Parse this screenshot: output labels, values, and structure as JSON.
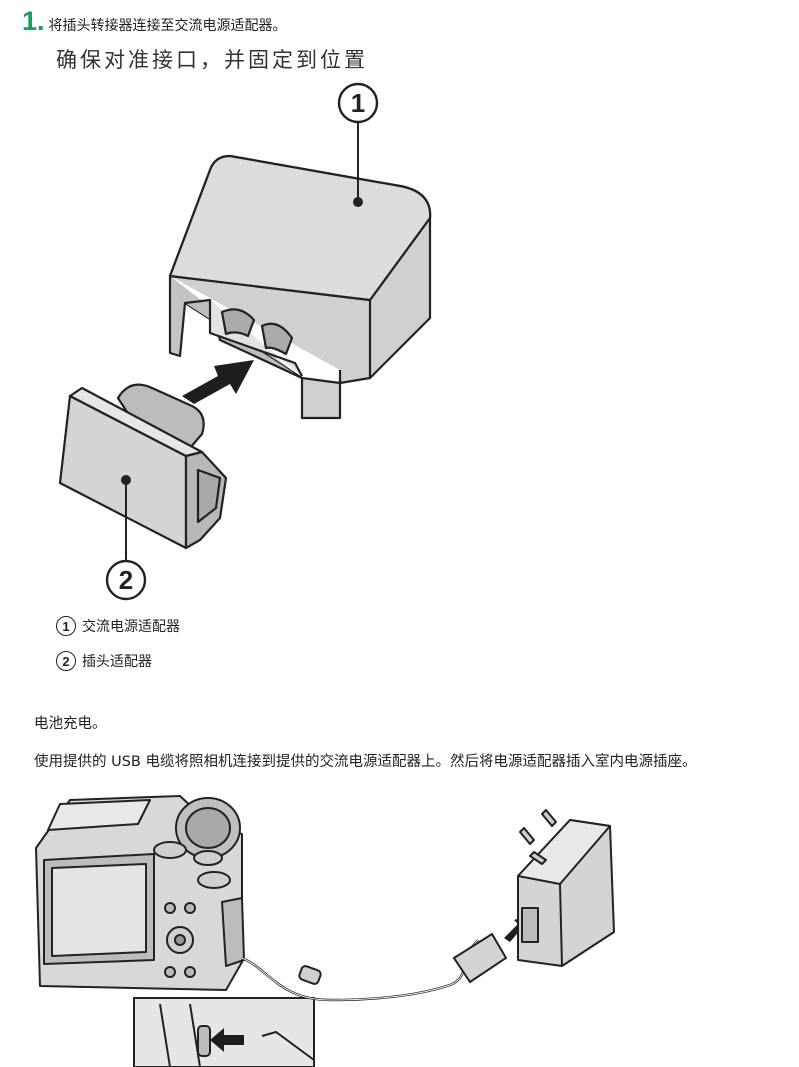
{
  "step": {
    "number": "1.",
    "text": "将插头转接器连接至交流电源适配器。"
  },
  "note": "确保对准接口，并固定到位置",
  "callouts": {
    "c1": "1",
    "c2": "2"
  },
  "legend": [
    {
      "num": "1",
      "label": "交流电源适配器"
    },
    {
      "num": "2",
      "label": "插头适配器"
    }
  ],
  "para1": "电池充电。",
  "para2": "使用提供的 USB 电缆将照相机连接到提供的交流电源适配器上。然后将电源适配器插入室内电源插座。"
}
